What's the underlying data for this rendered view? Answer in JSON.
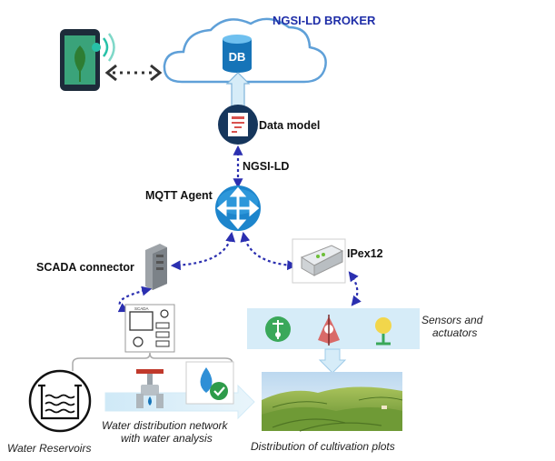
{
  "broker": {
    "title": "NGSI-LD BROKER",
    "db_text": "DB",
    "title_color": "#1f2ea8"
  },
  "labels": {
    "data_model": "Data model",
    "ngsi_ld": "NGSI-LD",
    "mqtt_agent": "MQTT Agent",
    "scada_connector": "SCADA connector",
    "ipex": "IPex12",
    "sensors_line1": "Sensors and",
    "sensors_line2": "actuators",
    "network_line1": "Water distribution network",
    "network_line2": "with water analysis",
    "reservoirs": "Water Reservoirs",
    "plots": "Distribution of cultivation plots",
    "scada_small": "SCADA"
  },
  "colors": {
    "link_dashed": "#2b2fb0",
    "icon_blue": "#1674b8",
    "icon_navy": "#16365c",
    "cloud_stroke": "#5fa0d8",
    "panel_light_blue": "#d6ecf8"
  },
  "icons": [
    "phone-app-icon",
    "database-icon",
    "data-model-icon",
    "router-icon",
    "scada-connector-icon",
    "ipex-gateway-icon",
    "scada-computer-icon",
    "sensor-icons",
    "valve-icon",
    "water-drop-icon",
    "reservoir-icon",
    "field-landscape"
  ]
}
